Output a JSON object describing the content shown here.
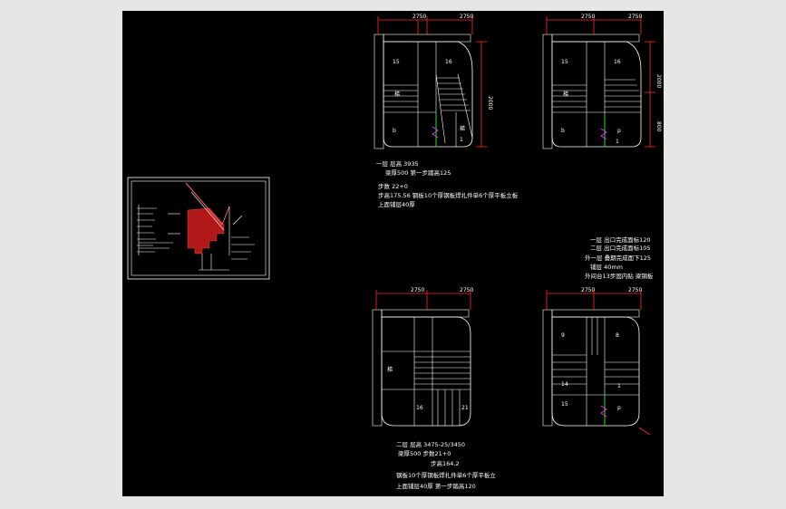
{
  "colors": {
    "background": "#000000",
    "frame": "#e6e6e6",
    "lines": "#ffffff",
    "dimension": "#ff2a2a",
    "rail": "#22dd22",
    "accent": "#ff33ff",
    "section_fill": "#b01818"
  },
  "plans": [
    {
      "id": "plan-1",
      "labels": {
        "a": "15",
        "b": "16",
        "c": "梯",
        "d": "b",
        "e": "梯",
        "f": "1"
      },
      "dim_top": "2750",
      "dim_top2": "2750",
      "dim_side": "2000"
    },
    {
      "id": "plan-2",
      "labels": {
        "a": "15",
        "b": "16",
        "c": "梯",
        "d": "b",
        "e": "p",
        "f": "1"
      },
      "dim_top": "2750",
      "dim_top2": "2750",
      "dim_side": "2000",
      "dim_side2": "800"
    },
    {
      "id": "plan-3",
      "labels": {
        "a": "梯",
        "b": "16",
        "c": "21",
        "d": "",
        "e": "",
        "f": ""
      },
      "dim_top": "2750",
      "dim_top2": "2750"
    },
    {
      "id": "plan-4",
      "labels": {
        "a": "9",
        "b": "8",
        "c": "14",
        "d": "15",
        "e": "1",
        "f": "p"
      },
      "dim_top": "2750",
      "dim_top2": "2750"
    }
  ],
  "notes_top": {
    "line1": "一层  层高  3935",
    "line2": "梁厚500     第一步踏高125",
    "line3": "步数  22+0",
    "line4": "步高175.56   钢板10个厚钢板焊扎件单6个厚平板立板",
    "line5": "上面铺层40厚"
  },
  "notes_right": {
    "line1": "一层 出口完成面标120",
    "line2": "二层 出口完成面标105",
    "line3": "外一层 叠期完成面下125",
    "line4": "铺层 40mm",
    "line5": "外间台13步固内贴 梁钢板"
  },
  "notes_bottom": {
    "line1": "二层  层高  3475-25/3450",
    "line2": "梁厚500      步数21+0",
    "line3": "步高164.2",
    "line4": "钢板10个厚钢板焊扎件单6个厚平板立",
    "line5": "上面铺层40厚      第一步踏高120"
  }
}
